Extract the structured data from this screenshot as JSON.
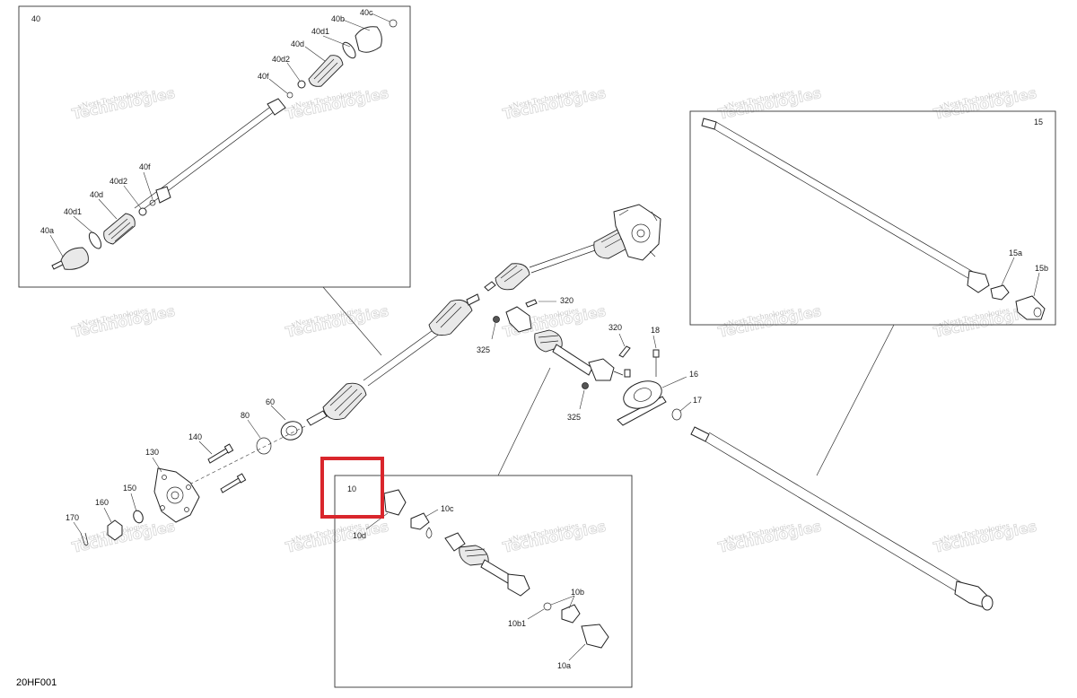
{
  "figure_id": "20HF001",
  "watermark": {
    "line1": "vNext Technologies",
    "line2": "Technologies"
  },
  "highlight_color": "#d9262c",
  "inset_boxes": {
    "box_40": {
      "number": "40",
      "labels": [
        "40a",
        "40b",
        "40c",
        "40d",
        "40d1",
        "40d2",
        "40f"
      ]
    },
    "box_15": {
      "number": "15",
      "labels": [
        "15a",
        "15b"
      ]
    },
    "box_10": {
      "number": "10",
      "labels": [
        "10a",
        "10b",
        "10b1",
        "10c",
        "10d"
      ]
    }
  },
  "labels": {
    "l40c": "40c",
    "l40b": "40b",
    "l40d1_top": "40d1",
    "l40d_top": "40d",
    "l40d2_top": "40d2",
    "l40f_top": "40f",
    "l40f_bot": "40f",
    "l40d2_bot": "40d2",
    "l40d_bot": "40d",
    "l40d1_bot": "40d1",
    "l40a": "40a",
    "l15a": "15a",
    "l15b": "15b",
    "l10c": "10c",
    "l10d": "10d",
    "l10b": "10b",
    "l10b1": "10b1",
    "l10a": "10a",
    "l320a": "320",
    "l320b": "320",
    "l325a": "325",
    "l325b": "325",
    "l18": "18",
    "l16": "16",
    "l17": "17",
    "l60": "60",
    "l80": "80",
    "l140": "140",
    "l130": "130",
    "l150": "150",
    "l160": "160",
    "l170": "170"
  }
}
